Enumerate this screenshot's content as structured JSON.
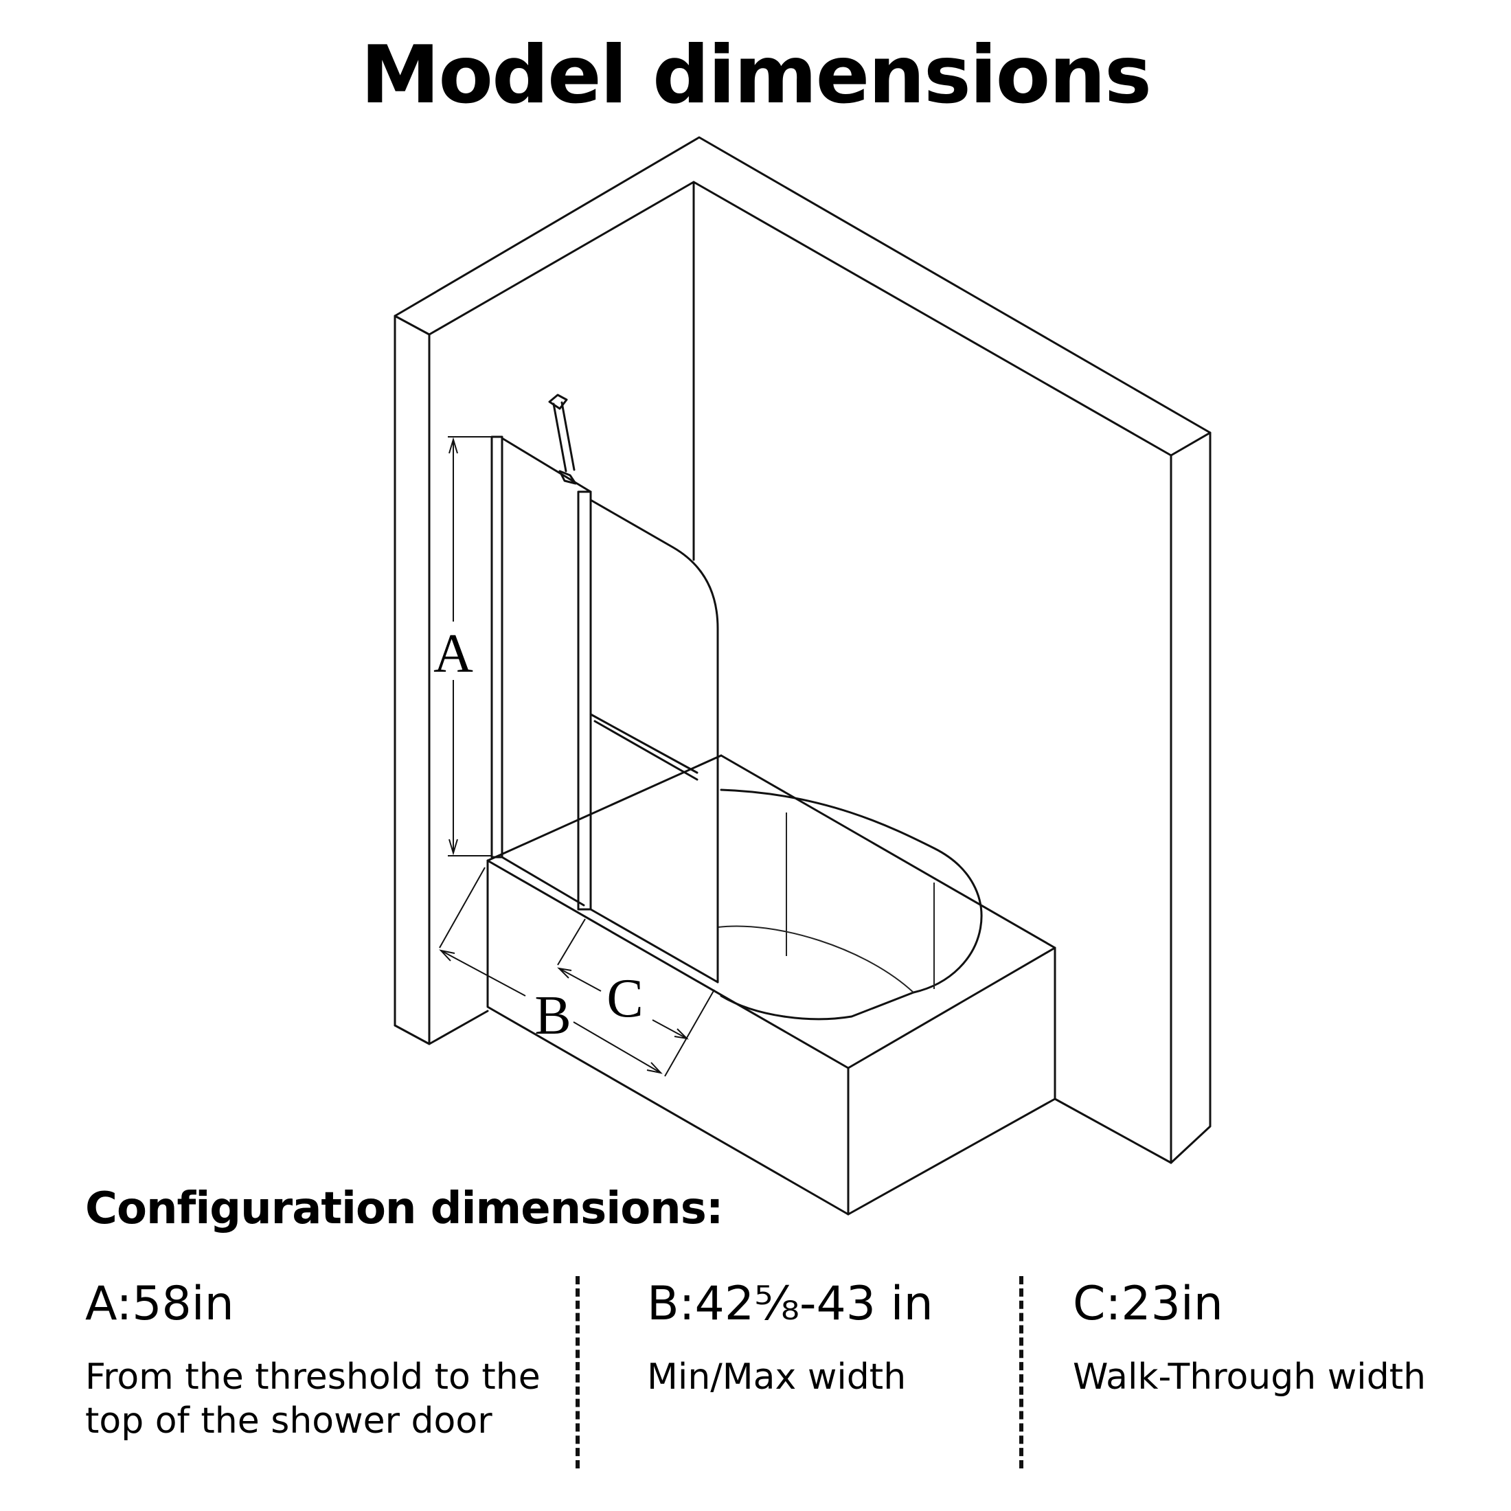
{
  "title": "Model dimensions",
  "diagram": {
    "labels": {
      "a": "A",
      "b": "B",
      "c": "C"
    }
  },
  "configuration": {
    "heading": "Configuration dimensions:",
    "items": [
      {
        "value": "A:58in",
        "description_lines": [
          "From the threshold to the",
          "top of the shower door"
        ]
      },
      {
        "value": "B:42⅝-43 in",
        "description_lines": [
          "Min/Max width"
        ]
      },
      {
        "value": "C:23in",
        "description_lines": [
          "Walk-Through width"
        ]
      }
    ]
  }
}
